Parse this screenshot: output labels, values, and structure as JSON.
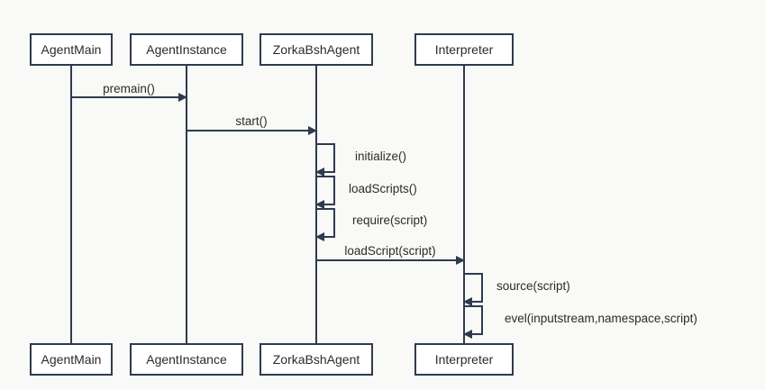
{
  "participants": [
    {
      "id": "agent-main",
      "label": "AgentMain"
    },
    {
      "id": "agent-instance",
      "label": "AgentInstance"
    },
    {
      "id": "zorka-bsh-agent",
      "label": "ZorkaBshAgent"
    },
    {
      "id": "interpreter",
      "label": "Interpreter"
    }
  ],
  "messages": [
    {
      "from": 0,
      "to": 1,
      "label": "premain()"
    },
    {
      "from": 1,
      "to": 2,
      "label": "start()"
    },
    {
      "from": 2,
      "to": 2,
      "label": "initialize()"
    },
    {
      "from": 2,
      "to": 2,
      "label": "loadScripts()"
    },
    {
      "from": 2,
      "to": 2,
      "label": "require(script)"
    },
    {
      "from": 2,
      "to": 3,
      "label": "loadScript(script)"
    },
    {
      "from": 3,
      "to": 3,
      "label": "source(script)"
    },
    {
      "from": 3,
      "to": 3,
      "label": "evel(inputstream,namespace,script)"
    }
  ]
}
